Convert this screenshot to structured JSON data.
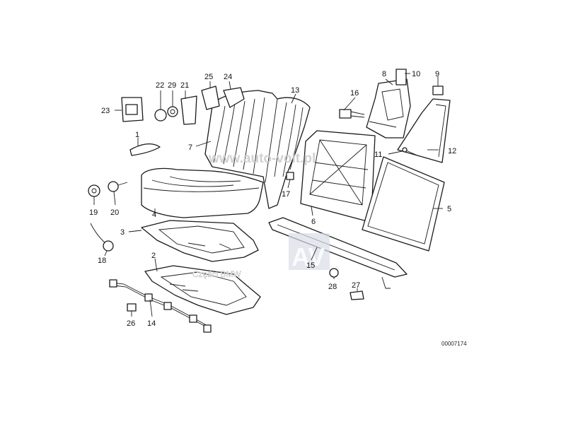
{
  "diagram": {
    "drawing_number": "00007174",
    "watermark": {
      "url": "www.auto-volt.pl",
      "logo_text": "AV",
      "caption": "Części BMW"
    },
    "callouts": [
      {
        "id": "1",
        "text": "1"
      },
      {
        "id": "2",
        "text": "2"
      },
      {
        "id": "3",
        "text": "3"
      },
      {
        "id": "4",
        "text": "4"
      },
      {
        "id": "5",
        "text": "5"
      },
      {
        "id": "6",
        "text": "6"
      },
      {
        "id": "7",
        "text": "7"
      },
      {
        "id": "8",
        "text": "8"
      },
      {
        "id": "9",
        "text": "9"
      },
      {
        "id": "10",
        "text": "10"
      },
      {
        "id": "11",
        "text": "11"
      },
      {
        "id": "12",
        "text": "12"
      },
      {
        "id": "13",
        "text": "13"
      },
      {
        "id": "14",
        "text": "14"
      },
      {
        "id": "15",
        "text": "15"
      },
      {
        "id": "16",
        "text": "16"
      },
      {
        "id": "17",
        "text": "17"
      },
      {
        "id": "18",
        "text": "18"
      },
      {
        "id": "19",
        "text": "19"
      },
      {
        "id": "20",
        "text": "20"
      },
      {
        "id": "21",
        "text": "21"
      },
      {
        "id": "22",
        "text": "22"
      },
      {
        "id": "23",
        "text": "23"
      },
      {
        "id": "24",
        "text": "24"
      },
      {
        "id": "25",
        "text": "25"
      },
      {
        "id": "26",
        "text": "26"
      },
      {
        "id": "27",
        "text": "27"
      },
      {
        "id": "28",
        "text": "28"
      },
      {
        "id": "29",
        "text": "29"
      }
    ]
  }
}
